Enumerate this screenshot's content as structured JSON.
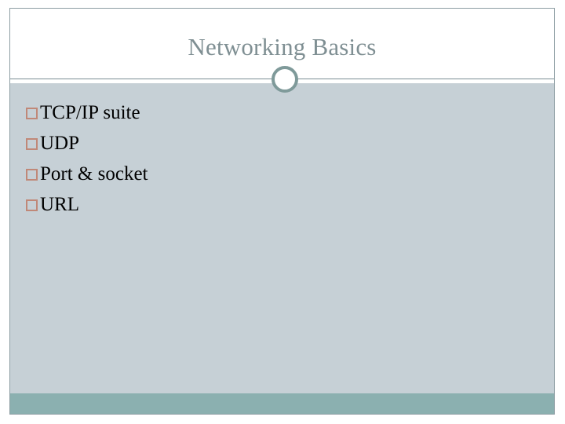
{
  "slide": {
    "title": "Networking Basics",
    "title_color": "#7f8f93",
    "body_background": "#c6d0d6",
    "header_background": "#ffffff",
    "footer_bar_color": "#8bb0b0",
    "frame_border_color": "#8d9da3",
    "rule_color": "#7b8d93",
    "ornament_icon": "ring-ornament-icon",
    "ornament_color": "#7f9a9a",
    "bullet_marker_icon": "hollow-square-bullet-icon",
    "bullet_marker_color": "#c08878",
    "bullets": [
      {
        "marker": "□",
        "text": "TCP/IP suite"
      },
      {
        "marker": "□",
        "text": "UDP"
      },
      {
        "marker": "□",
        "text": "Port & socket"
      },
      {
        "marker": "□",
        "text": "URL"
      }
    ]
  }
}
